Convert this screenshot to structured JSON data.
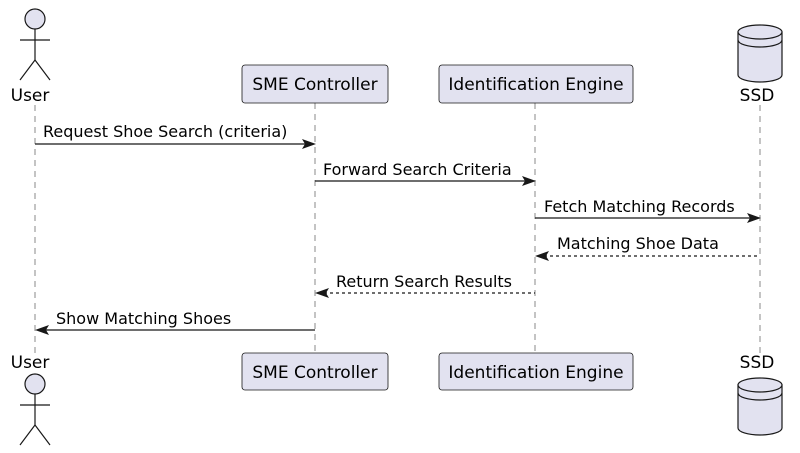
{
  "participants": {
    "user": "User",
    "sme": "SME Controller",
    "engine": "Identification Engine",
    "ssd": "SSD"
  },
  "messages": [
    {
      "label": "Request Shoe Search (criteria)",
      "style": "solid"
    },
    {
      "label": "Forward Search Criteria",
      "style": "solid"
    },
    {
      "label": "Fetch Matching Records",
      "style": "solid"
    },
    {
      "label": "Matching Shoe Data",
      "style": "dashed"
    },
    {
      "label": "Return Search Results",
      "style": "dashed"
    },
    {
      "label": "Show Matching Shoes",
      "style": "solid"
    }
  ],
  "colors": {
    "participant_fill": "#E2E2F0",
    "stroke": "#181818",
    "lifeline": "#888888"
  }
}
